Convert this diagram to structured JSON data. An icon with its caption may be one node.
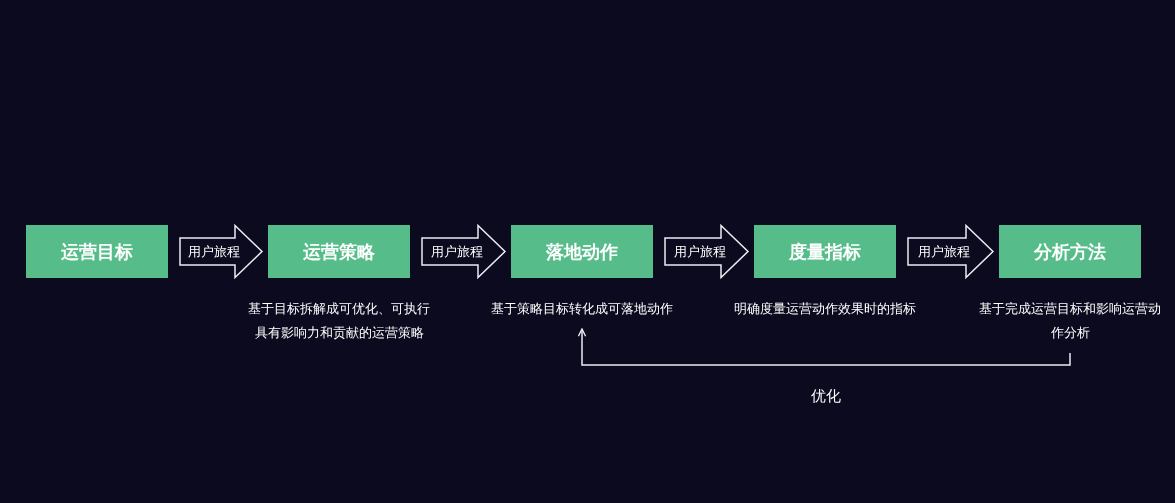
{
  "diagram": {
    "nodes": [
      {
        "text": [
          "运营目标"
        ]
      },
      {
        "text": [
          "运营策略"
        ],
        "beside": [
          "基于目标拆解成可优化、可执行具有影响力和贡献的运营策略"
        ]
      },
      {
        "text": [
          "落地动作"
        ],
        "beside": [
          "基于策略目标转化成可落地动作"
        ]
      },
      {
        "text": [
          "度量指标"
        ],
        "beside": [
          "明确度量运营动作效果时的指标"
        ]
      },
      {
        "text": [
          "分析方法"
        ],
        "beside": [
          "基于完成运营目标和影响运营动作分析"
        ]
      }
    ],
    "edges": [
      {
        "from": 0,
        "to": 1,
        "arrow": "to",
        "label": "用户旅程"
      },
      {
        "from": 1,
        "to": 2,
        "arrow": "to",
        "label": "用户旅程"
      },
      {
        "from": 2,
        "to": 3,
        "arrow": "to",
        "label": "用户旅程"
      },
      {
        "from": 3,
        "to": 4,
        "arrow": "to",
        "label": "用户旅程"
      },
      {
        "from": 4,
        "to": 2,
        "arrow": "to",
        "label": "优化"
      }
    ]
  }
}
